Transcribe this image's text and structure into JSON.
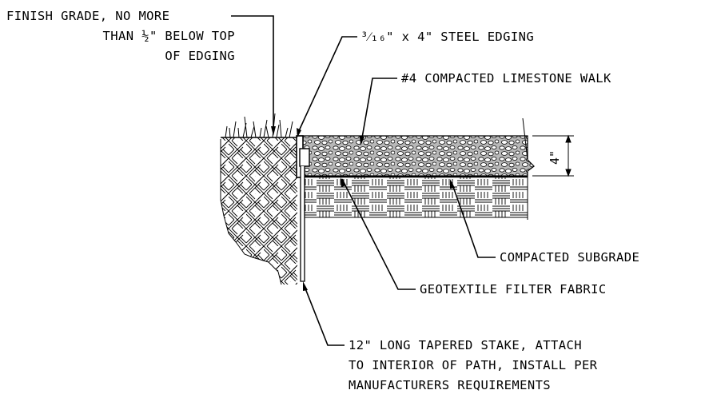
{
  "labels": {
    "finish_grade_1": "FINISH GRADE, NO MORE",
    "finish_grade_2": "THAN ½\" BELOW TOP",
    "finish_grade_3": "OF EDGING",
    "steel_edging": "³⁄₁₆\" x 4\" STEEL EDGING",
    "limestone_walk": "#4 COMPACTED LIMESTONE WALK",
    "compacted_subgrade": "COMPACTED SUBGRADE",
    "geotextile": "GEOTEXTILE FILTER FABRIC",
    "stake_1": "12\" LONG TAPERED STAKE, ATTACH",
    "stake_2": "TO INTERIOR OF PATH, INSTALL PER",
    "stake_3": "MANUFACTURERS REQUIREMENTS"
  },
  "dimension": {
    "text": "4\""
  }
}
